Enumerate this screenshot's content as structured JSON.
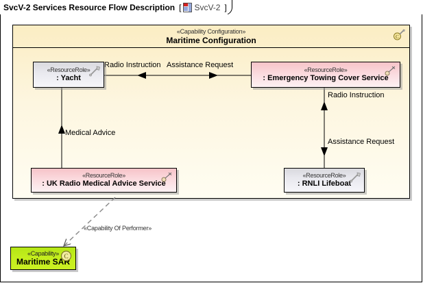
{
  "diagram": {
    "title": "SvcV-2 Services Resource Flow Description",
    "bracket_open": "[",
    "bracket_close": "]",
    "reference_label": "SvcV-2",
    "tab_icon": "diagram-svcv2-icon"
  },
  "capability_configuration": {
    "stereotype": "«Capability Configuration»",
    "name": "Maritime Configuration",
    "icon": "capability-configuration-icon",
    "fill_color": "#fdf6e0",
    "border_color": "#000000"
  },
  "nodes": [
    {
      "id": "yacht",
      "stereotype": "«ResourceRole»",
      "name": ": Yacht",
      "icon": "wrench-icon",
      "fill_color": "#e8e8ee"
    },
    {
      "id": "towing",
      "stereotype": "«ResourceRole»",
      "name": ": Emergency Towing Cover Service",
      "icon": "service-icon",
      "fill_color": "#fbdade"
    },
    {
      "id": "ukradio",
      "stereotype": "«ResourceRole»",
      "name": ": UK Radio Medical Advice Service",
      "icon": "service-icon",
      "fill_color": "#fbdade"
    },
    {
      "id": "rnli",
      "stereotype": "«ResourceRole»",
      "name": ": RNLI Lifeboat",
      "icon": "wrench-icon",
      "fill_color": "#e8e8ee"
    }
  ],
  "capability": {
    "stereotype": "«Capability»",
    "name": "Maritime SAR",
    "icon": "capability-c-icon",
    "fill_color": "#c4ee1e"
  },
  "connectors": [
    {
      "id": "yacht-towing-radio-instruction",
      "label": "Radio Instruction",
      "from": "towing",
      "to": "yacht",
      "direction": "left",
      "style": "solid"
    },
    {
      "id": "yacht-towing-assistance-request",
      "label": "Assistance Request",
      "from": "yacht",
      "to": "towing",
      "direction": "right",
      "style": "solid"
    },
    {
      "id": "ukradio-yacht-medical-advice",
      "label": "Medical Advice",
      "from": "ukradio",
      "to": "yacht",
      "direction": "up",
      "style": "solid"
    },
    {
      "id": "rnli-towing-radio-instruction",
      "label": "Radio Instruction",
      "from": "rnli",
      "to": "towing",
      "direction": "up",
      "style": "solid"
    },
    {
      "id": "towing-rnli-assistance-request",
      "label": "Assistance Request",
      "from": "towing",
      "to": "rnli",
      "direction": "down",
      "style": "solid"
    },
    {
      "id": "capability-of-performer",
      "label": "«Capability Of Performer»",
      "from": "maritime-configuration",
      "to": "maritime-sar",
      "direction": "down-left",
      "style": "dashed"
    }
  ]
}
